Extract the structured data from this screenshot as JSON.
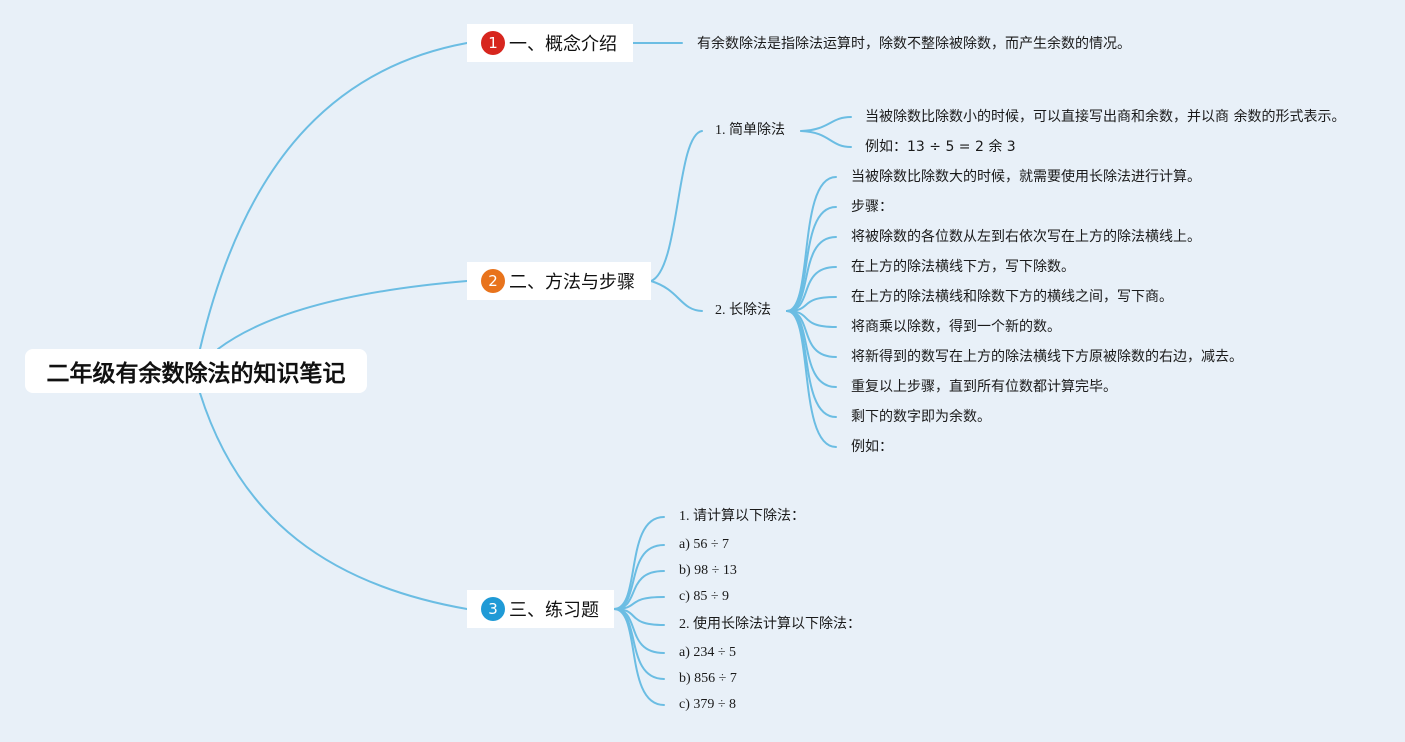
{
  "title": "二年级有余数除法的知识笔记",
  "colors": {
    "background": "#e8f0f8",
    "connector": "#6bbde3",
    "badge1": "#d7261e",
    "badge2": "#e8731c",
    "badge3": "#1f9ad6"
  },
  "branches": [
    {
      "number": "1",
      "label": "一、概念介绍",
      "content": "有余数除法是指除法运算时，除数不整除被除数，而产生余数的情况。"
    },
    {
      "number": "2",
      "label": "二、方法与步骤",
      "subtopics": [
        {
          "label": "1. 简单除法",
          "items": [
            "当被除数比除数小的时候，可以直接写出商和余数，并以商 余数的形式表示。",
            "例如：13 ÷ 5 = 2 余 3"
          ]
        },
        {
          "label": "2. 长除法",
          "items": [
            "当被除数比除数大的时候，就需要使用长除法进行计算。",
            "步骤：",
            "将被除数的各位数从左到右依次写在上方的除法横线上。",
            "在上方的除法横线下方，写下除数。",
            "在上方的除法横线和除数下方的横线之间，写下商。",
            "将商乘以除数，得到一个新的数。",
            "将新得到的数写在上方的除法横线下方原被除数的右边，减去。",
            "重复以上步骤，直到所有位数都计算完毕。",
            "剩下的数字即为余数。",
            "例如："
          ]
        }
      ]
    },
    {
      "number": "3",
      "label": "三、练习题",
      "items": [
        "1. 请计算以下除法：",
        "a) 56 ÷ 7",
        "b) 98 ÷ 13",
        "c) 85 ÷ 9",
        "2. 使用长除法计算以下除法：",
        "a) 234 ÷ 5",
        "b) 856 ÷ 7",
        "c) 379 ÷ 8"
      ]
    }
  ]
}
